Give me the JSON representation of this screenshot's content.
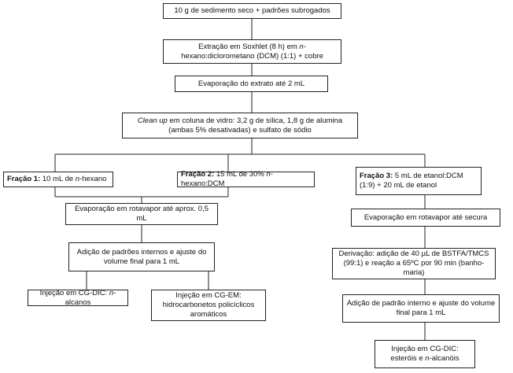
{
  "flowchart": {
    "b1": {
      "text": "10 g de sedimento seco + padrões subrogados"
    },
    "b2": {
      "text": "Extração em Soxhlet (8 h) em n-hexano:diclorometano (DCM) (1:1) + cobre",
      "pre": "Extração em Soxhlet (8 h) em ",
      "em": "n",
      "post": "-hexano:diclorometano (DCM) (1:1) + cobre"
    },
    "b3": {
      "text": "Evaporação do extrato até 2 mL"
    },
    "b4": {
      "text": "Clean up em coluna de vidro: 3,2 g de sílica, 1,8 g de alumina (ambas 5% desativadas) e sulfato de sódio",
      "em": "Clean up",
      "post": " em coluna de vidro: 3,2 g de sílica, 1,8 g de alumina (ambas 5% desativadas) e sulfato de sódio"
    },
    "f1": {
      "text": "Fração 1: 10 mL de n-hexano",
      "bold": "Fração 1:",
      "pre": " 10 mL de ",
      "em": "n",
      "post": "-hexano"
    },
    "f2": {
      "text": "Fração 2: 15 mL de 30% n-hexano:DCM",
      "bold": "Fração 2:",
      "pre": " 15 mL de 30% ",
      "em": "n",
      "post": "-hexano:DCM"
    },
    "f3": {
      "text": "Fração 3: 5 mL de etanol:DCM (1:9) + 20 mL de etanol",
      "bold": "Fração 3:",
      "post": " 5 mL de etanol:DCM (1:9) + 20 mL de etanol"
    },
    "e12": {
      "text": "Evaporação em rotavapor até aprox. 0,5 mL"
    },
    "e3": {
      "text": "Evaporação em rotavapor até secura"
    },
    "a12": {
      "text": "Adição de padrões internos e ajuste do volume final para 1 mL"
    },
    "d3": {
      "text": "Derivação: adição de 40 µL de BSTFA/TMCS (99:1) e reação a 65ºC por 90 min (banho-maria)"
    },
    "a3": {
      "text": "Adição de padrão interno e ajuste do volume final para 1 mL"
    },
    "i1": {
      "text": "Injeção em CG-DIC: n-alcanos",
      "pre": "Injeção em CG-DIC: ",
      "em": "n",
      "post": "-alcanos"
    },
    "i2": {
      "text": "Injeção em CG-EM: hidrocarbonetos policíclicos aromáticos"
    },
    "i3": {
      "text": "Injeção em CG-DIC: esteróis e n-alcanóis",
      "pre": "Injeção em CG-DIC: esteróis e ",
      "em": "n",
      "post": "-alcanóis"
    }
  }
}
